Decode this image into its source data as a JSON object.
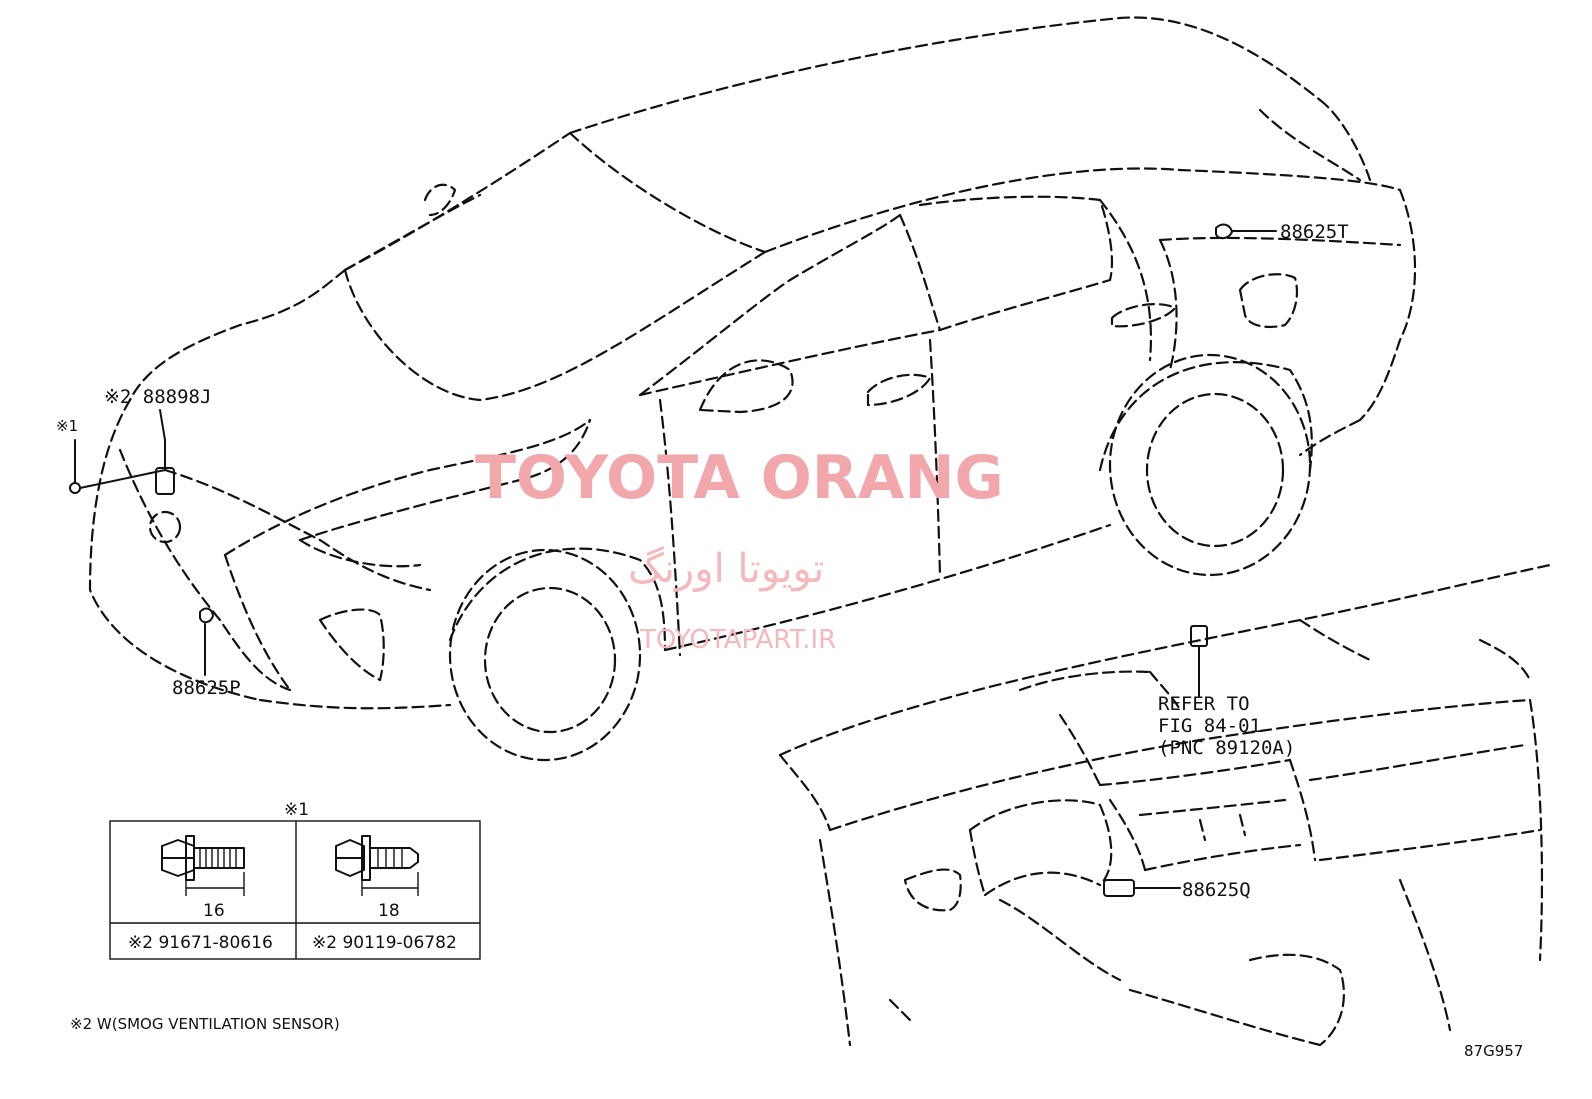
{
  "watermark": {
    "brand": "TOYOTA ORANG",
    "brand_fa": "تویوتا اورنگ",
    "site": "TOYOTAPART.IR"
  },
  "callouts": {
    "rear_sensor": "88625T",
    "front_sensor_note": "※2 88898J",
    "bolt_note": "※1",
    "front_lower_sensor": "88625P",
    "refer_line1": "REFER TO",
    "refer_line2": "FIG 84-01",
    "refer_line3": "(PNC 89120A)",
    "dash_sensor": "88625Q"
  },
  "fastener_table": {
    "header": "※1",
    "items": [
      {
        "length": "16",
        "part": "※2 91671-80616"
      },
      {
        "length": "18",
        "part": "※2 90119-06782"
      }
    ]
  },
  "footnote": "※2 W(SMOG VENTILATION SENSOR)",
  "figure_code": "87G957"
}
